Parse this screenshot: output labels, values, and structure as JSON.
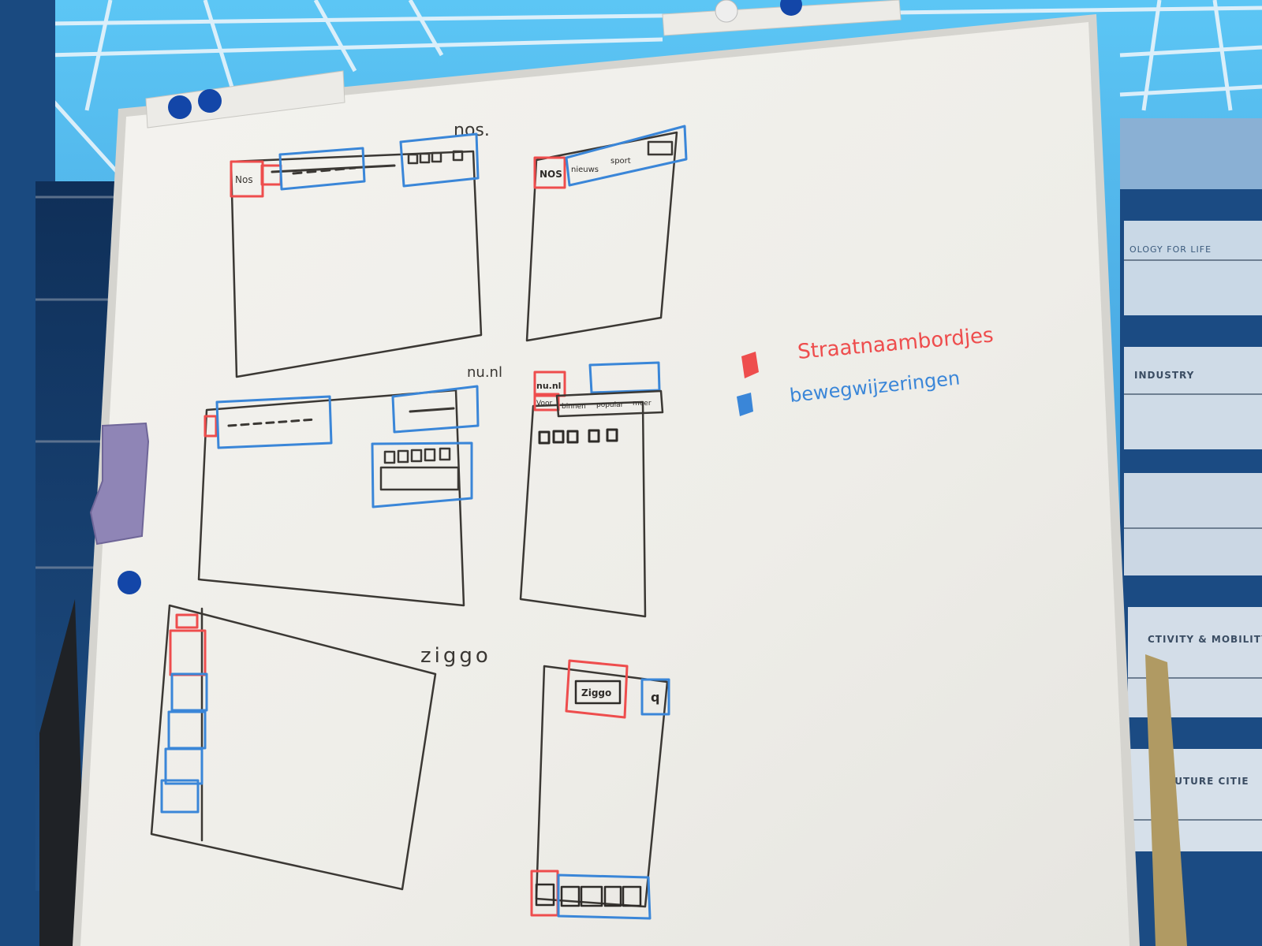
{
  "colors": {
    "board": "#f3f2ee",
    "marker_black": "#2e2b28",
    "marker_red": "#ee4d4d",
    "marker_blue": "#3a86d8",
    "magnet": "#1346a8",
    "eraser": "#8f85b6",
    "sky": "#4fb6ee"
  },
  "sketches": {
    "nos": {
      "site_label": "nos.",
      "desktop_logo": "Nos",
      "mobile_logo": "NOS",
      "mobile_nav": [
        "nieuws",
        "sport"
      ]
    },
    "nunl": {
      "site_label": "nu.nl",
      "mobile_logo": "nu.nl",
      "mobile_row2": [
        "Voor",
        "binnen",
        "popular",
        "meer"
      ]
    },
    "ziggo": {
      "site_label": "ziggo",
      "mobile_logo": "Ziggo",
      "mobile_search_glyph": "q"
    }
  },
  "legend": {
    "red_label": "Straatnaambordjes",
    "blue_label": "bewegwijzeringen"
  },
  "background_signs": {
    "sign1": "OLOGY FOR LIFE",
    "sign2": "INDUSTRY",
    "sign3": "CTIVITY & MOBILITY",
    "sign4": "FUTURE CITIE"
  }
}
